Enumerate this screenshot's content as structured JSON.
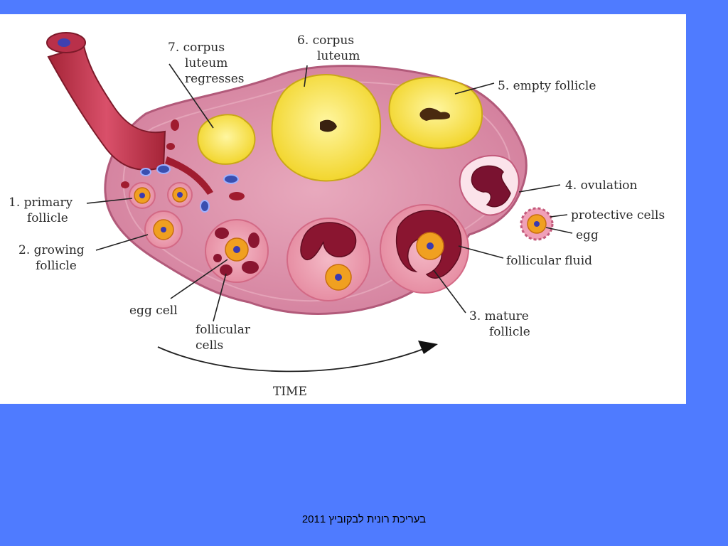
{
  "labels": {
    "corpus_regresses": [
      "7. corpus",
      "luteum",
      "regresses"
    ],
    "corpus_luteum": [
      "6. corpus",
      "luteum"
    ],
    "empty_follicle": [
      "5. empty follicle"
    ],
    "ovulation": [
      "4. ovulation"
    ],
    "protective_cells": [
      "protective cells"
    ],
    "egg": [
      "egg"
    ],
    "follicular_fluid": [
      "follicular fluid"
    ],
    "mature_follicle": [
      "3. mature",
      "follicle"
    ],
    "primary_follicle": [
      "1. primary",
      "follicle"
    ],
    "growing_follicle": [
      "2. growing",
      "follicle"
    ],
    "egg_cell": [
      "egg cell"
    ],
    "follicular_cells": [
      "follicular",
      "cells"
    ],
    "time": [
      "TIME"
    ]
  },
  "footer": "בעריכת רונית לבקוביץ 2011",
  "colors": {
    "slide_background": "#4f7bff",
    "ovary_tissue": "#d98aa6",
    "corpus_luteum_yellow": "#f5e04a",
    "egg_orange": "#f0a020",
    "vessel_red": "#c93a4d"
  }
}
